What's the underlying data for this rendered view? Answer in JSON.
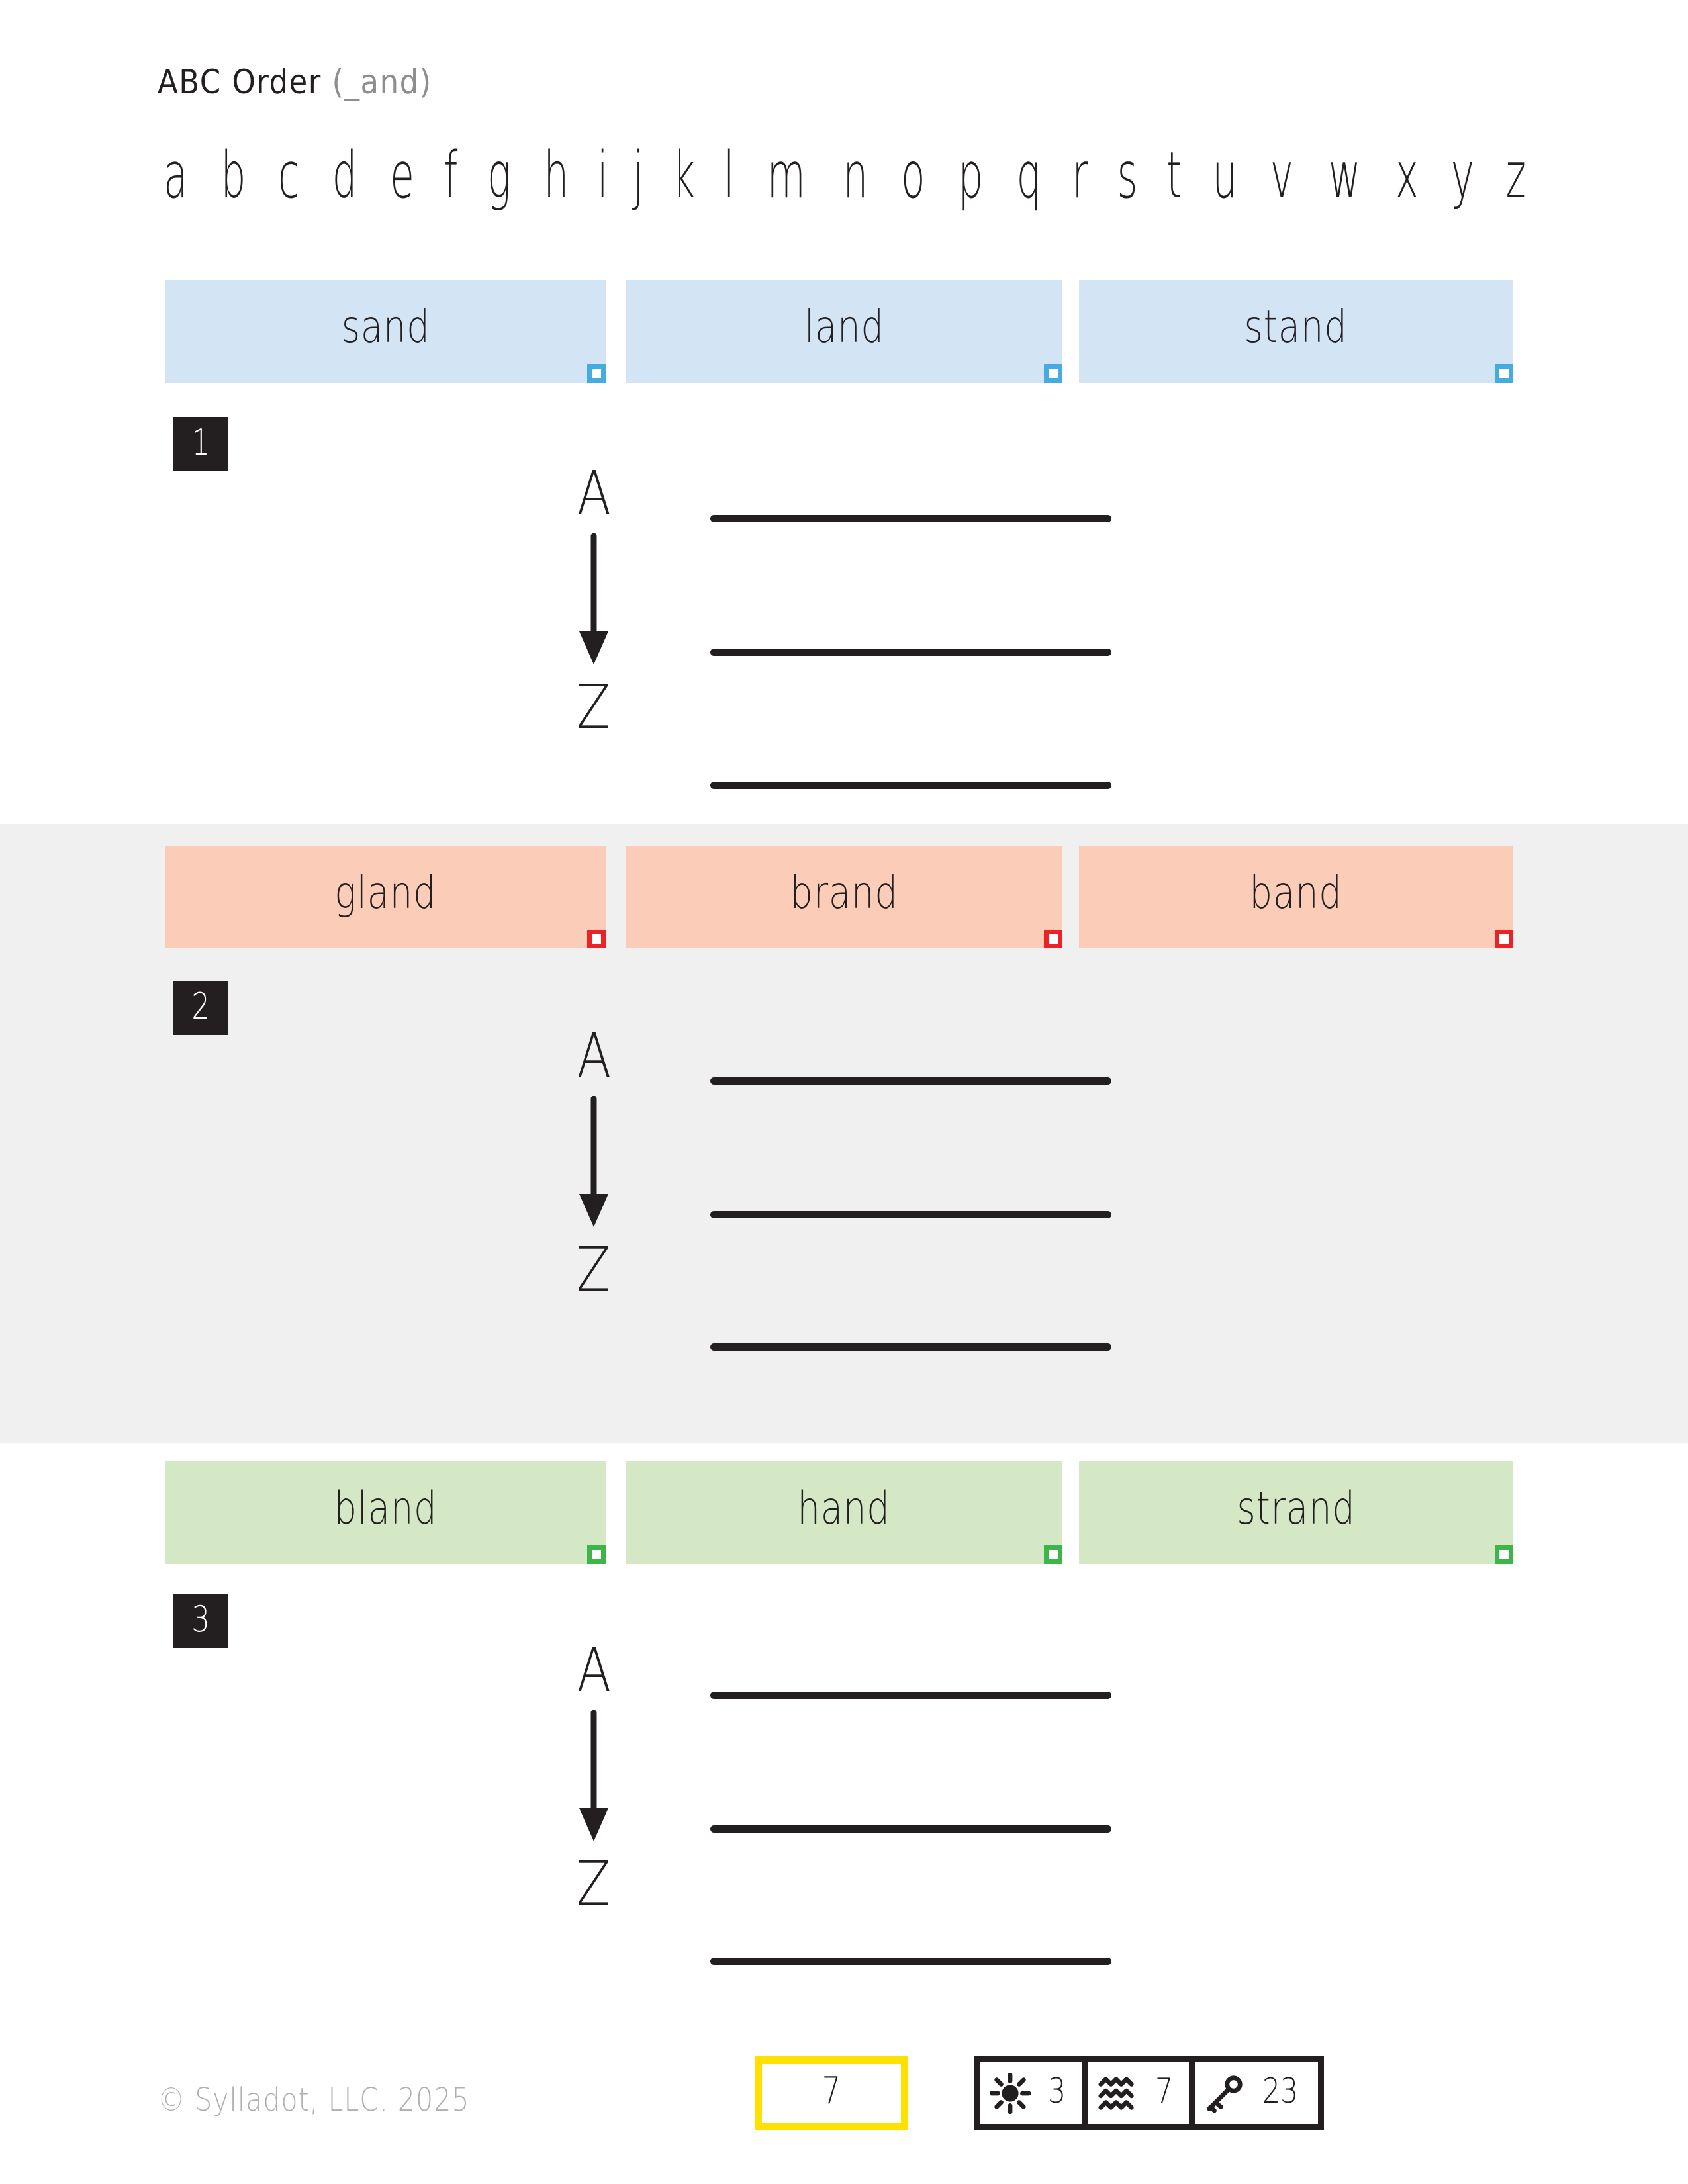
{
  "header": {
    "title_main": "ABC Order ",
    "title_pattern": "(_and)",
    "alphabet": [
      "a",
      "b",
      "c",
      "d",
      "e",
      "f",
      "g",
      "h",
      "i",
      "j",
      "k",
      "l",
      "m",
      "n",
      "o",
      "p",
      "q",
      "r",
      "s",
      "t",
      "u",
      "v",
      "w",
      "x",
      "y",
      "z"
    ]
  },
  "labels": {
    "letter_a": "A",
    "letter_z": "Z",
    "arrow_icon": "down-arrow-icon"
  },
  "sections": [
    {
      "badge": "1",
      "color": "blue",
      "accent": "#45abe0",
      "fill": "#d3e4f5",
      "shaded": false,
      "words": [
        "sand",
        "land",
        "stand"
      ]
    },
    {
      "badge": "2",
      "color": "peach",
      "accent": "#ed2224",
      "fill": "#fbcdb8",
      "shaded": true,
      "words": [
        "gland",
        "brand",
        "band"
      ]
    },
    {
      "badge": "3",
      "color": "green",
      "accent": "#3cb54a",
      "fill": "#d4e8c6",
      "shaded": false,
      "words": [
        "bland",
        "hand",
        "strand"
      ]
    }
  ],
  "footer": {
    "copyright": "© Sylladot, LLC.  2025",
    "page_number": "7",
    "page_number_border_color": "#ffe000",
    "stats": [
      {
        "icon": "sun-icon",
        "value": "3"
      },
      {
        "icon": "waves-icon",
        "value": "7"
      },
      {
        "icon": "key-icon",
        "value": "23"
      }
    ]
  }
}
